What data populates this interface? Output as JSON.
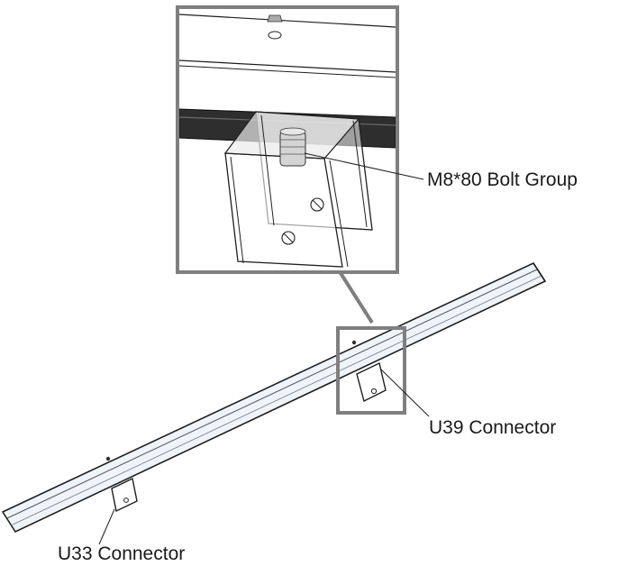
{
  "labels": {
    "bolt_group": "M8*80 Bolt Group",
    "u39_connector": "U39 Connector",
    "u33_connector": "U33 Connector"
  },
  "colors": {
    "frame": "#7f7f7f",
    "line": "#1f1f1f",
    "rail_fill": "#eef4fa",
    "dark_beam": "#2e2e2e",
    "bolt": "#cfcfcf"
  }
}
